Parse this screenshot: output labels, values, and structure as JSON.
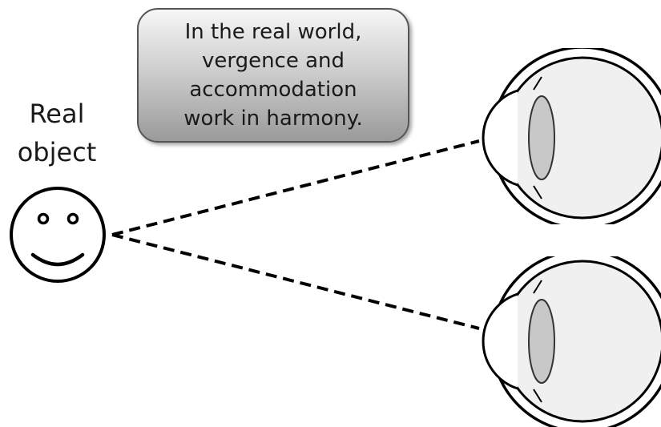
{
  "callout": {
    "lines": [
      "In the real world,",
      "vergence and",
      "accommodation",
      "work in harmony."
    ]
  },
  "object_label": {
    "lines": [
      "Real",
      "object"
    ]
  },
  "icons": {
    "object": "smiley-face-icon",
    "eye_top": "eyeball-icon",
    "eye_bottom": "eyeball-icon"
  },
  "colors": {
    "stroke": "#000000",
    "eye_fill": "#f0f0f0",
    "lens_fill": "#c8c8c8",
    "callout_top": "#f6f6f6",
    "callout_bottom": "#9a9a9a"
  }
}
